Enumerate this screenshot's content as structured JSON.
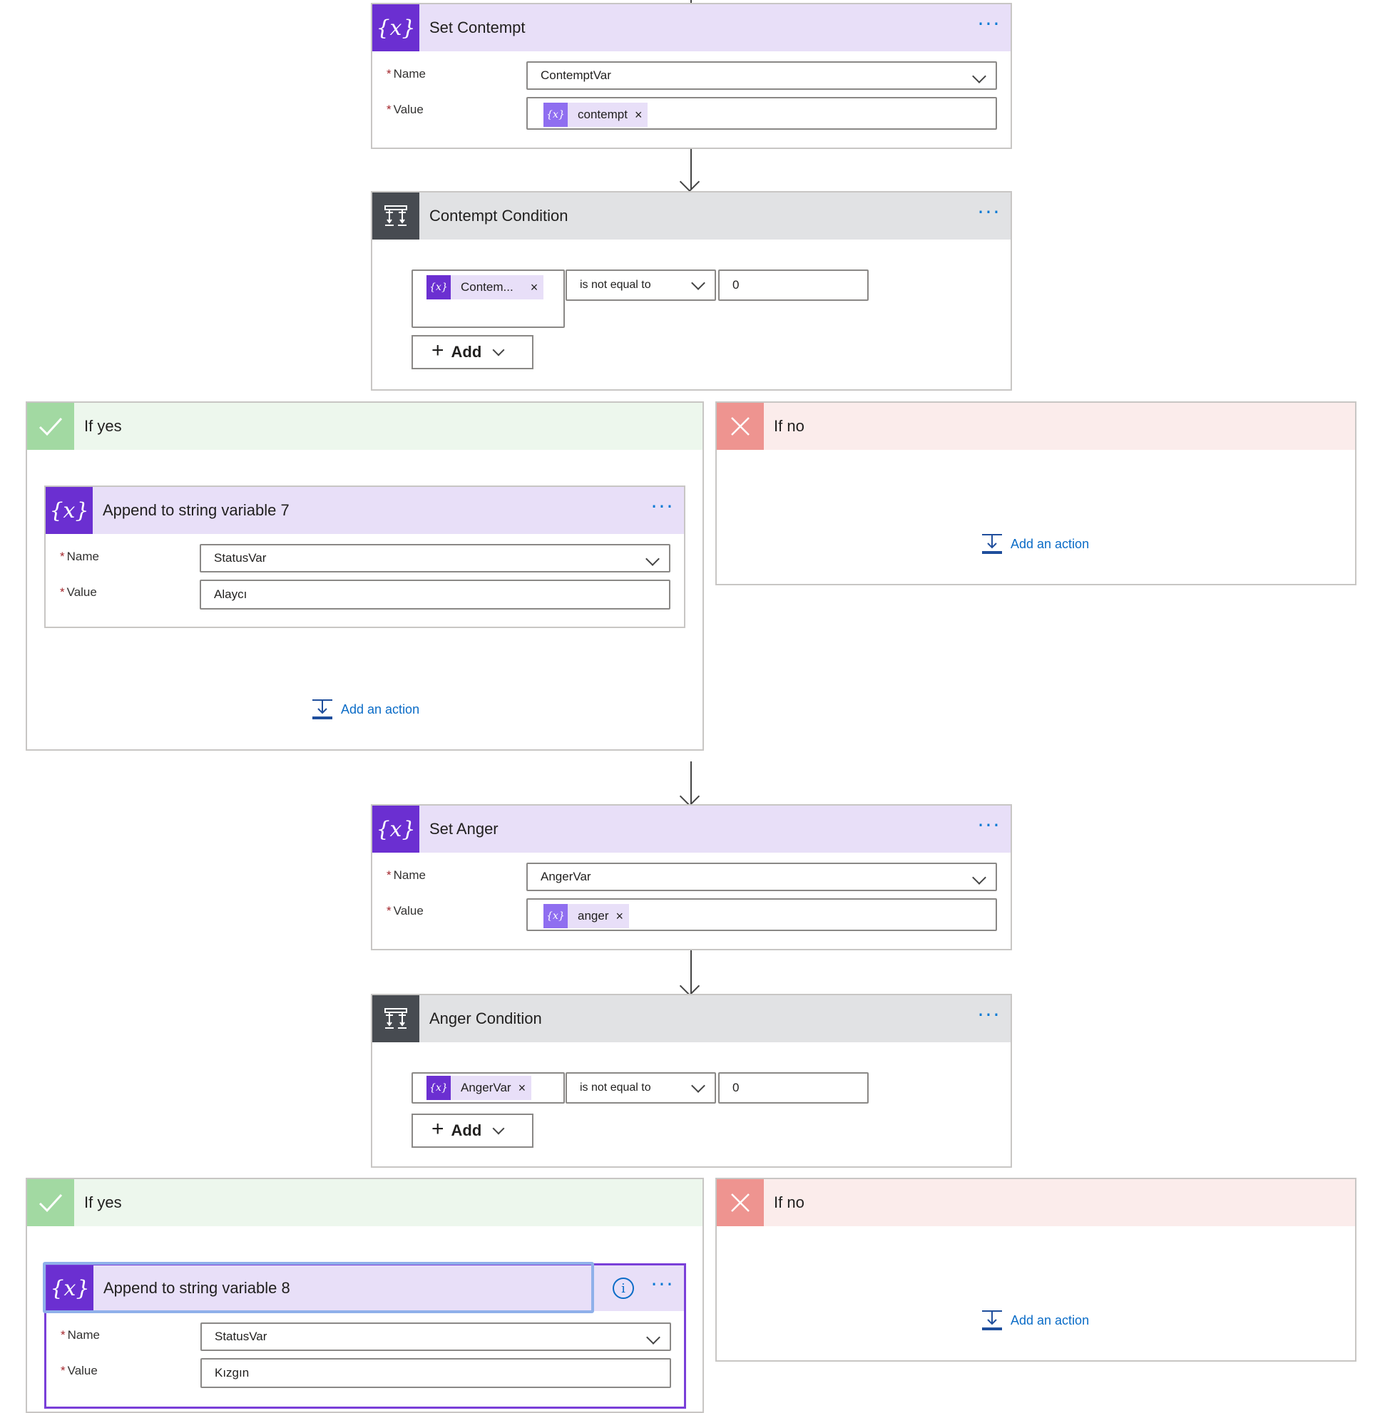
{
  "set_contempt": {
    "title": "Set Contempt",
    "more": "···",
    "name_label": "Name",
    "value_label": "Value",
    "name_value": "ContemptVar",
    "value_token": "contempt"
  },
  "contempt_condition": {
    "title": "Contempt Condition",
    "more": "···",
    "left_token": "Contem...",
    "operator": "is not equal to",
    "right_value": "0",
    "add_label": "Add"
  },
  "contempt_yes": {
    "label": "If yes",
    "action": {
      "title": "Append to string variable 7",
      "more": "···",
      "name_label": "Name",
      "value_label": "Value",
      "name_value": "StatusVar",
      "value_value": "Alaycı"
    },
    "add_action": "Add an action"
  },
  "contempt_no": {
    "label": "If no",
    "add_action": "Add an action"
  },
  "set_anger": {
    "title": "Set Anger",
    "more": "···",
    "name_label": "Name",
    "value_label": "Value",
    "name_value": "AngerVar",
    "value_token": "anger"
  },
  "anger_condition": {
    "title": "Anger Condition",
    "more": "···",
    "left_token": "AngerVar",
    "operator": "is not equal to",
    "right_value": "0",
    "add_label": "Add"
  },
  "anger_yes": {
    "label": "If yes",
    "action": {
      "title": "Append to string variable 8",
      "more": "···",
      "name_label": "Name",
      "value_label": "Value",
      "name_value": "StatusVar",
      "value_value": "Kızgın"
    }
  },
  "anger_no": {
    "label": "If no",
    "add_action": "Add an action"
  },
  "symbols": {
    "required": "*",
    "remove": "×",
    "var_icon": "{x}",
    "check_icon": "check-icon",
    "close_icon": "close-icon"
  },
  "colors": {
    "variable": "#6b2fd1",
    "condition": "#474b51",
    "yes": "#a2d9a2",
    "no": "#ee9490",
    "link": "#0b6cc7"
  }
}
